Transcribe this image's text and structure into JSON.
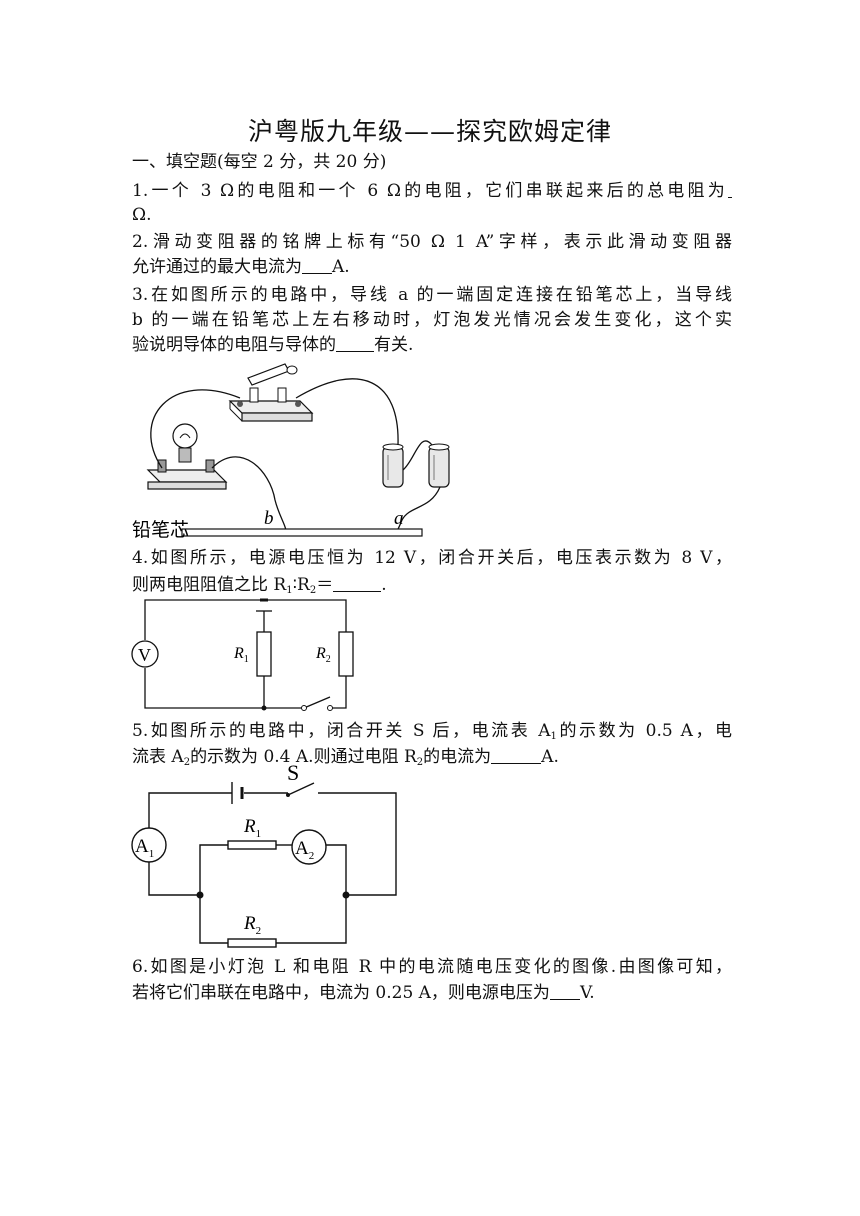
{
  "title": "沪粤版九年级——探究欧姆定律",
  "section_heading": "一、填空题(每空 2 分，共 20 分)",
  "q1": {
    "line1": "1.一个 3  Ω的电阻和一个 6  Ω的电阻，它们串联起来后的总电阻为",
    "line2": "Ω."
  },
  "q2": {
    "line1": "2.滑动变阻器的铭牌上标有“50  Ω   1 A”字样，表示此滑动变阻器",
    "line2_a": "允许通过的最大电流为",
    "line2_b": "A."
  },
  "q3": {
    "line1": "3.在如图所示的电路中，导线 a 的一端固定连接在铅笔芯上，当导线",
    "line2": "b 的一端在铅笔芯上左右移动时，灯泡发光情况会发生变化，这个实",
    "line3_a": "验说明导体的电阻与导体的",
    "line3_b": "有关.",
    "figure": {
      "pencil_label": "铅笔芯",
      "wire_a": "a",
      "wire_b": "b"
    }
  },
  "q4": {
    "line1": "4.如图所示，电源电压恒为 12 V，闭合开关后，电压表示数为 8 V，",
    "line2_a": "则两电阻阻值之比 R",
    "sub1": "1",
    "colon": "∶R",
    "sub2": "2",
    "line2_b": "＝",
    "line2_c": ".",
    "figure": {
      "voltmeter": "V",
      "r1": "R",
      "r1_sub": "1",
      "r2": "R",
      "r2_sub": "2"
    }
  },
  "q5": {
    "line1_a": "5.如图所示的电路中，闭合开关 S 后，电流表 A",
    "line1_sub": "1",
    "line1_b": "的示数为 0.5 A，电",
    "line2_a": "流表 A",
    "line2_sub": "2",
    "line2_b": "的示数为 0.4  A.则通过电阻 R",
    "line2_sub2": "2",
    "line2_c": "的电流为",
    "line2_d": "A.",
    "figure": {
      "switch": "S",
      "a1": "A",
      "a1_sub": "1",
      "a2": "A",
      "a2_sub": "2",
      "r1": "R",
      "r1_sub": "1",
      "r2": "R",
      "r2_sub": "2"
    }
  },
  "q6": {
    "line1": "6.如图是小灯泡 L 和电阻 R 中的电流随电压变化的图像.由图像可知，",
    "line2_a": "若将它们串联在电路中，电流为 0.25 A，则电源电压为",
    "line2_b": "V."
  }
}
